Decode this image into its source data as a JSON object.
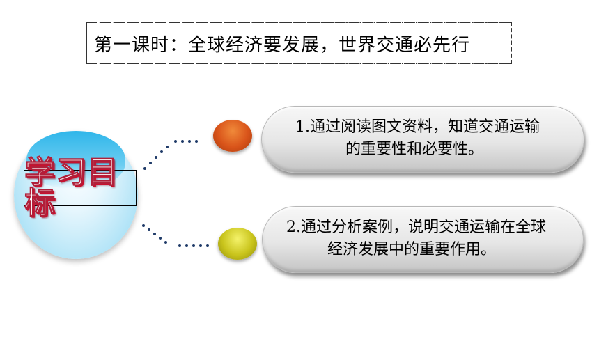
{
  "title": "第一课时：全球经济要发展，世界交通必先行",
  "main_label": "学习目标",
  "objectives": [
    {
      "line1": "1.通过阅读图文资料，知道交通运输",
      "line2": "的重要性和必要性。",
      "bullet_color": "#d9541a"
    },
    {
      "line1": "2.通过分析案例，说明交通运输在全球",
      "line2": "经济发展中的重要作用。",
      "bullet_color": "#c9c41c"
    }
  ],
  "colors": {
    "circle": "#2fb6ea",
    "label_shadow": "#c8102e",
    "dots": "#1f3a68"
  }
}
